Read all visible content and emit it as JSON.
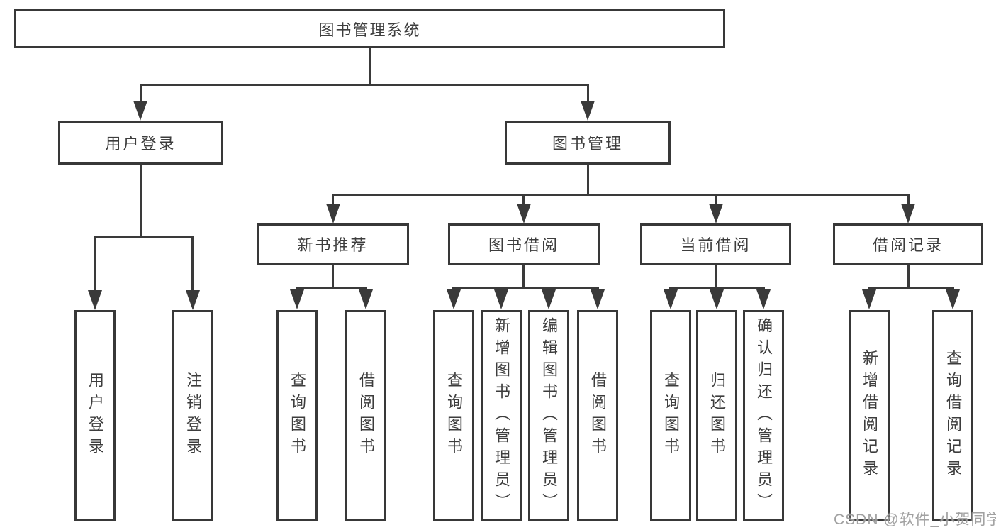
{
  "colors": {
    "line": "#3a3a3a",
    "border": "#383838",
    "text": "#3d3d3d",
    "background": "#ffffff",
    "watermark": "#949494"
  },
  "root": {
    "label": "图书管理系统"
  },
  "branches": [
    {
      "label": "用户登录",
      "leaves": [
        {
          "label": "用户登录"
        },
        {
          "label": "注销登录"
        }
      ]
    },
    {
      "label": "图书管理",
      "sections": [
        {
          "label": "新书推荐",
          "leaves": [
            {
              "label": "查询图书"
            },
            {
              "label": "借阅图书"
            }
          ]
        },
        {
          "label": "图书借阅",
          "leaves": [
            {
              "label": "查询图书"
            },
            {
              "label": "新增图书（管理员）"
            },
            {
              "label": "编辑图书（管理员）"
            },
            {
              "label": "借阅图书"
            }
          ]
        },
        {
          "label": "当前借阅",
          "leaves": [
            {
              "label": "查询图书"
            },
            {
              "label": "归还图书"
            },
            {
              "label": "确认归还（管理员）"
            }
          ]
        },
        {
          "label": "借阅记录",
          "leaves": [
            {
              "label": "新增借阅记录"
            },
            {
              "label": "查询借阅记录"
            }
          ]
        }
      ]
    }
  ],
  "watermark": {
    "text": "CSDN @软件_小贺同学"
  }
}
